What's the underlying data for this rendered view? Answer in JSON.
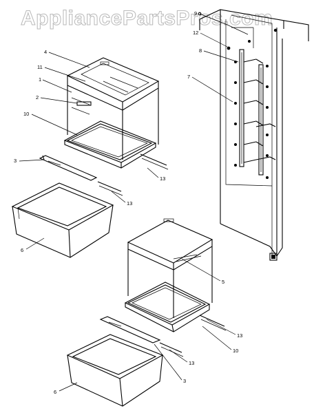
{
  "watermark": "AppliancePartsPros.com",
  "callouts": {
    "c9": "9",
    "c12": "12",
    "c8": "8",
    "c7": "7",
    "c4": "4",
    "c11": "11",
    "c1": "1",
    "c2": "2",
    "c10a": "10",
    "c3a": "3",
    "c13a": "13",
    "c13b": "13",
    "c6a": "6",
    "c5": "5",
    "c13c": "13",
    "c10b": "10",
    "c13d": "13",
    "c3b": "3",
    "c6b": "6"
  }
}
